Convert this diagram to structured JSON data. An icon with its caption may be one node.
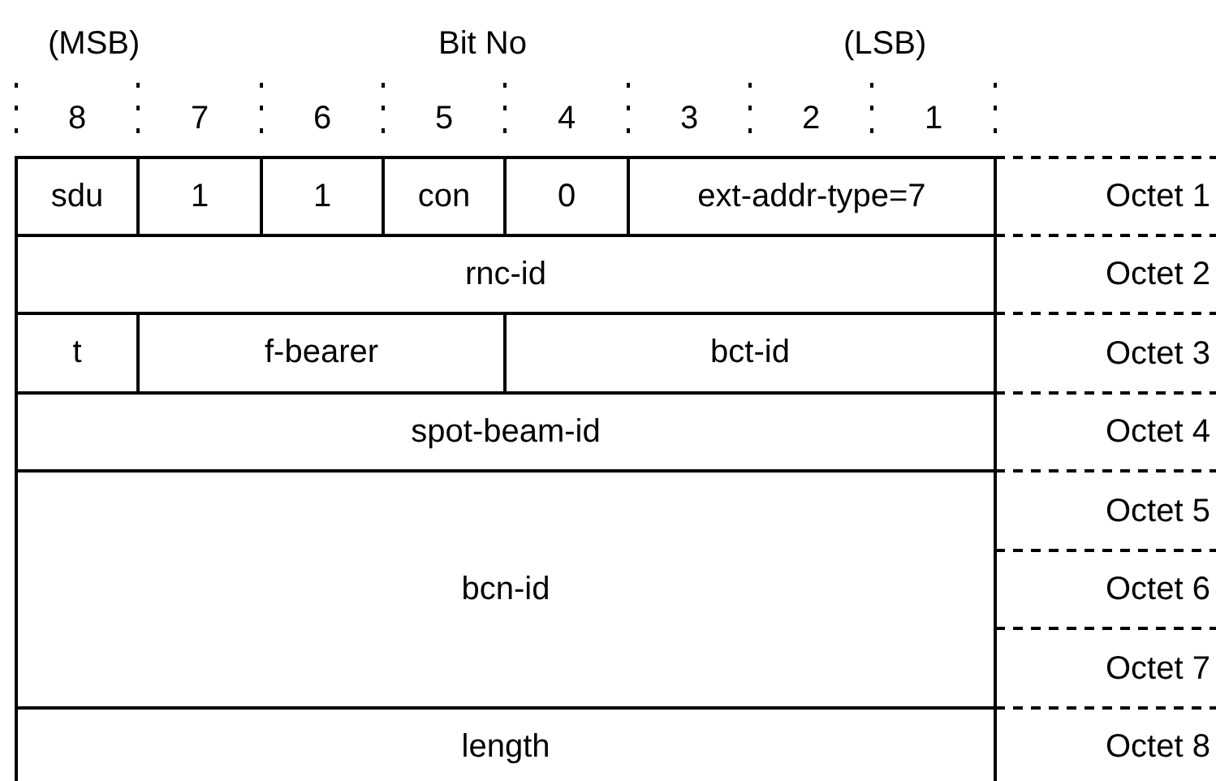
{
  "diagram": {
    "labels": [
      "(MSB)",
      "Bit No",
      "(LSB)",
      "8",
      "7",
      "6",
      "5",
      "4",
      "3",
      "2",
      "1",
      "sdu",
      "1",
      "1",
      "con",
      "0",
      "ext-addr-type=7",
      "Octet 1",
      "rnc-id",
      "Octet 2",
      "t",
      "f-bearer",
      "bct-id",
      "Octet 3",
      "spot-beam-id",
      "Octet 4",
      "Octet 5",
      "bcn-id",
      "Octet 6",
      "Octet 7",
      "length",
      "Octet 8"
    ]
  }
}
